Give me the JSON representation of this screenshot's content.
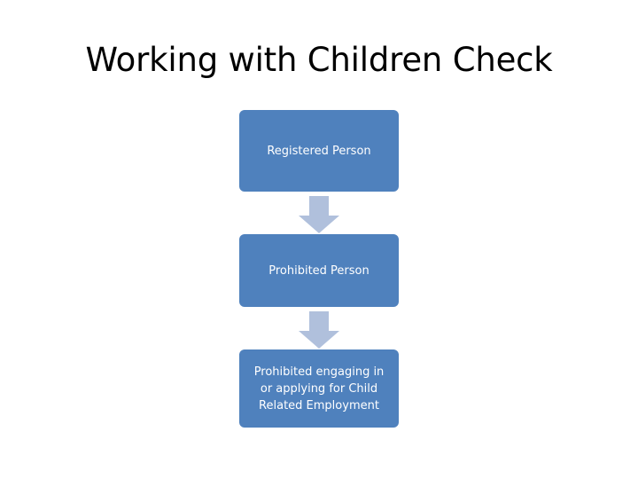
{
  "slide": {
    "title": "Working with Children Check",
    "background_color": "#FFFFFF"
  },
  "theme": {
    "box_fill": "#4F81BD",
    "box_text_color": "#FFFFFF",
    "arrow_fill": "#B0C0DC",
    "title_color": "#000000"
  },
  "chart_data": {
    "type": "flowchart",
    "title": "Working with Children Check",
    "orientation": "vertical",
    "nodes": [
      {
        "id": "node-1",
        "label": "Registered Person"
      },
      {
        "id": "node-2",
        "label": "Prohibited Person"
      },
      {
        "id": "node-3",
        "label": "Prohibited engaging in\nor applying for Child\nRelated Employment"
      }
    ],
    "connectors": [
      {
        "id": "arrow-1",
        "from": "node-1",
        "to": "node-2",
        "shape": "down-arrow"
      },
      {
        "id": "arrow-2",
        "from": "node-2",
        "to": "node-3",
        "shape": "down-arrow"
      }
    ]
  }
}
